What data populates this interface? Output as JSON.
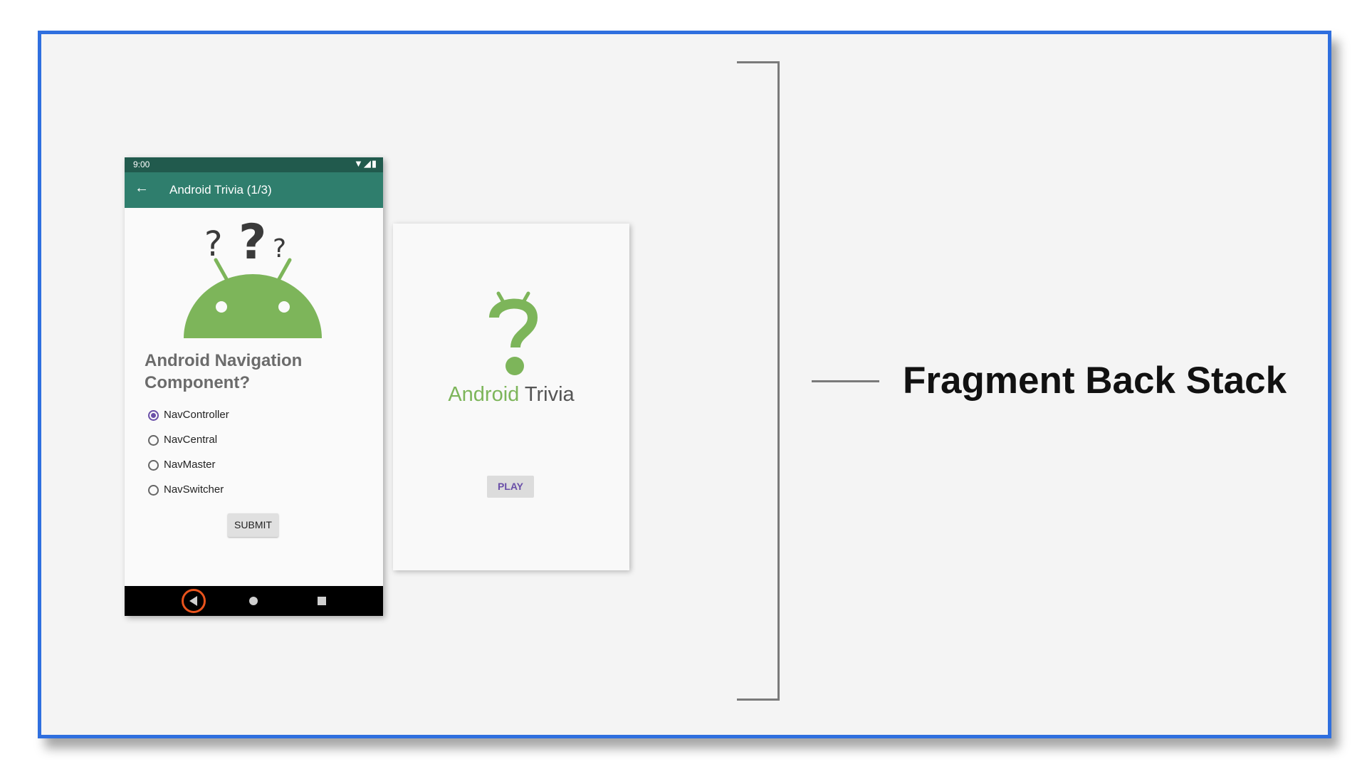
{
  "phone": {
    "status_time": "9:00",
    "status_icons": "▼◢▮",
    "app_title": "Android Trivia (1/3)",
    "question": "Android Navigation Component?",
    "options": [
      "NavController",
      "NavCentral",
      "NavMaster",
      "NavSwitcher"
    ],
    "selected_option": "NavController",
    "submit_label": "SUBMIT"
  },
  "title_card": {
    "brand_green": "Android",
    "brand_gray": "Trivia",
    "play_label": "PLAY"
  },
  "label": "Fragment Back Stack",
  "colors": {
    "frame_border": "#2f6fdf",
    "status_bar": "#215a4d",
    "app_bar": "#2f7e6d",
    "android_green": "#7db55a",
    "radio_selected": "#6a4fa8",
    "back_highlight": "#e9531c"
  }
}
